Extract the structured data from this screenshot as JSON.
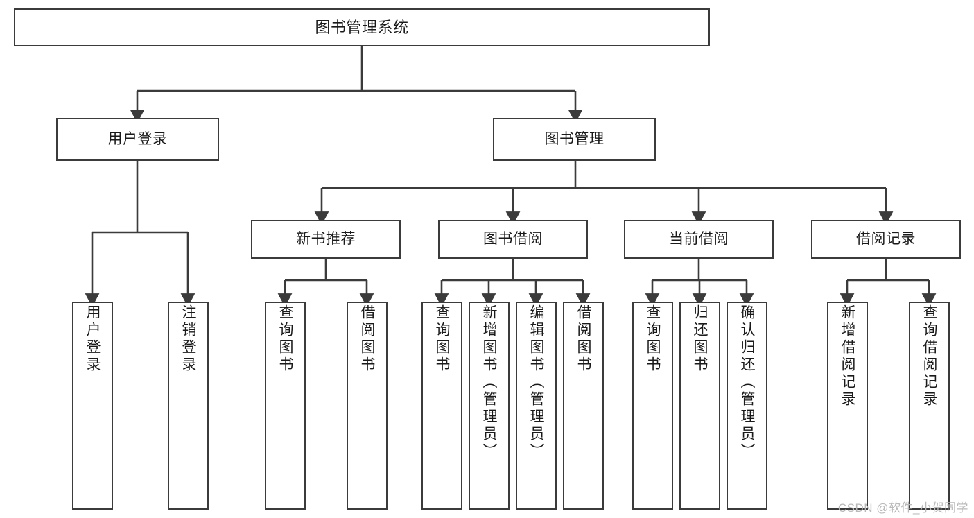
{
  "diagram": {
    "title": "图书管理系统",
    "watermark": "CSDN @软件_小贺同学",
    "line_color": "#3b3b3b",
    "box_fill": "#ffffff",
    "text_color": "#1a1a1a",
    "watermark_color": "#b9b9b9"
  },
  "nodes": {
    "root": {
      "label": "图书管理系统"
    },
    "level1": [
      {
        "label": "用户登录"
      },
      {
        "label": "图书管理"
      }
    ],
    "level2": [
      {
        "label": "新书推荐"
      },
      {
        "label": "图书借阅"
      },
      {
        "label": "当前借阅"
      },
      {
        "label": "借阅记录"
      }
    ],
    "leaves": {
      "user_login": [
        {
          "label": "用户登录"
        },
        {
          "label": "注销登录"
        }
      ],
      "new_book_recommend": [
        {
          "label": "查询图书"
        },
        {
          "label": "借阅图书"
        }
      ],
      "book_borrow": [
        {
          "label": "查询图书"
        },
        {
          "label": "新增图书（管理员）"
        },
        {
          "label": "编辑图书（管理员）"
        },
        {
          "label": "借阅图书"
        }
      ],
      "current_borrow": [
        {
          "label": "查询图书"
        },
        {
          "label": "归还图书"
        },
        {
          "label": "确认归还（管理员）"
        }
      ],
      "borrow_record": [
        {
          "label": "新增借阅记录"
        },
        {
          "label": "查询借阅记录"
        }
      ]
    }
  },
  "chart_data": {
    "type": "tree-diagram",
    "title": "图书管理系统",
    "root": "图书管理系统",
    "tree": [
      {
        "name": "用户登录",
        "children": [
          "用户登录",
          "注销登录"
        ]
      },
      {
        "name": "图书管理",
        "children": [
          {
            "name": "新书推荐",
            "children": [
              "查询图书",
              "借阅图书"
            ]
          },
          {
            "name": "图书借阅",
            "children": [
              "查询图书",
              "新增图书（管理员）",
              "编辑图书（管理员）",
              "借阅图书"
            ]
          },
          {
            "name": "当前借阅",
            "children": [
              "查询图书",
              "归还图书",
              "确认归还（管理员）"
            ]
          },
          {
            "name": "借阅记录",
            "children": [
              "新增借阅记录",
              "查询借阅记录"
            ]
          }
        ]
      }
    ]
  }
}
